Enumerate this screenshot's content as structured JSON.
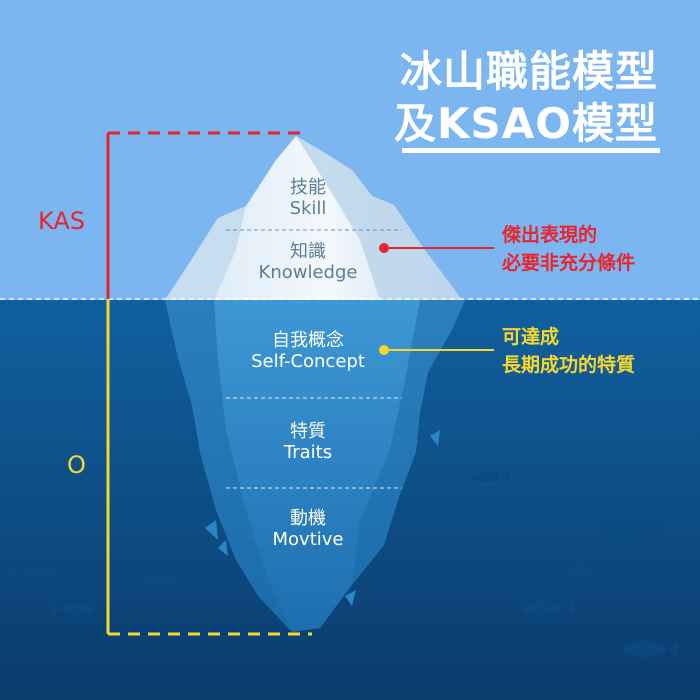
{
  "title": {
    "line1": "冰山職能模型",
    "line2": "及KSAO模型"
  },
  "brackets": {
    "above": {
      "label": "KAS",
      "color": "#e8252e"
    },
    "below": {
      "label": "O",
      "color": "#f6d72d"
    }
  },
  "layers_above": [
    {
      "zh": "技能",
      "en": "Skill"
    },
    {
      "zh": "知識",
      "en": "Knowledge"
    }
  ],
  "layers_below": [
    {
      "zh": "自我概念",
      "en": "Self-Concept"
    },
    {
      "zh": "特質",
      "en": "Traits"
    },
    {
      "zh": "動機",
      "en": "Movtive"
    }
  ],
  "callouts": {
    "above": {
      "line1": "傑出表現的",
      "line2": "必要非充分條件",
      "color": "#e8252e"
    },
    "below": {
      "line1": "可達成",
      "line2": "長期成功的特質",
      "color": "#f6d72d"
    }
  },
  "colors": {
    "sky": "#7cb6f0",
    "sea": "#0d5592",
    "sea_deep": "#0a3f70",
    "ice_top": "#e6f1fa",
    "ice_under": "#2b86c6"
  }
}
